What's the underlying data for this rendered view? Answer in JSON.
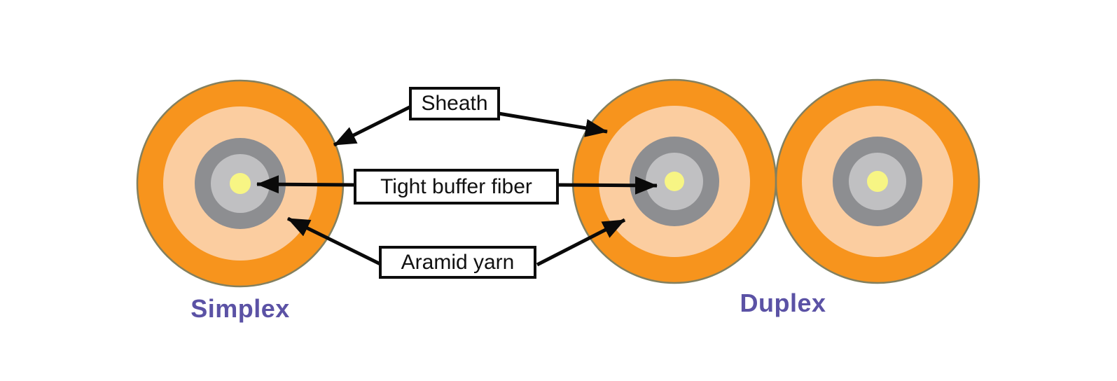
{
  "diagram": {
    "labels": {
      "sheath": "Sheath",
      "tight_buffer": "Tight buffer fiber",
      "aramid": "Aramid yarn"
    },
    "captions": {
      "simplex": "Simplex",
      "duplex": "Duplex"
    },
    "colors": {
      "sheath_orange": "#f7941d",
      "aramid_peach": "#fbcda0",
      "buffer_dark_gray": "#8d8e91",
      "buffer_light_gray": "#c0c0c2",
      "fiber_core_yellow": "#f7f584",
      "caption_purple": "#5b52a5",
      "arrow_black": "#0a0a0a",
      "box_border_black": "#0d0d0d",
      "circle_outline": "#83805f"
    }
  }
}
